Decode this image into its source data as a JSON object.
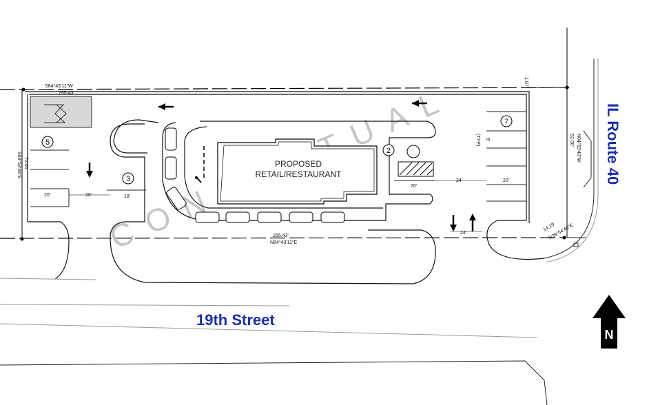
{
  "watermark": "CONCEPTUAL",
  "building": {
    "line1": "PROPOSED",
    "line2": "RETAIL/RESTAURANT"
  },
  "streets": {
    "bottom": "19th Street",
    "right": "IL Route 40"
  },
  "north_arrow": {
    "label": "N"
  },
  "property_lines": {
    "north_bearing": "S84°43'11\"W",
    "north_length": "255.43'",
    "south_length": "255.43'",
    "south_bearing": "N84°43'11\"E",
    "west_length": "72.00'",
    "west_bearing": "S04°53'48\"E",
    "east_length": "62.00'",
    "east_bearing": "N04°53'40\"W",
    "corner_length": "14.19'",
    "corner_bearing": "N39°54'40\"E",
    "offset": "1.07'"
  },
  "parking_labels": [
    "5",
    "3",
    "2",
    "7"
  ],
  "dimensions": {
    "west_aisle_1": "20'",
    "west_aisle_2": "20'",
    "west_aisle_3": "18'",
    "east_stall_1": "20'",
    "east_aisle": "24'",
    "east_stall_2": "20'",
    "stall_width": "9'",
    "stall_width_note": "(TYP)",
    "driveway": "24'"
  }
}
